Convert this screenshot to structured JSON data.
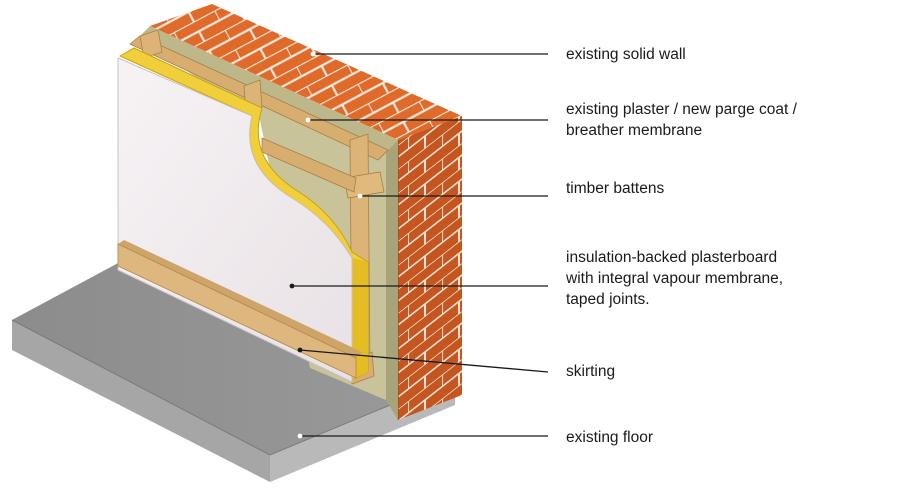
{
  "diagram": {
    "labels": [
      {
        "id": "existing-solid-wall",
        "lines": [
          "existing solid wall"
        ]
      },
      {
        "id": "plaster-membrane",
        "lines": [
          "existing plaster / new parge coat /",
          "breather membrane"
        ]
      },
      {
        "id": "timber-battens",
        "lines": [
          "timber battens"
        ]
      },
      {
        "id": "insulation-plasterboard",
        "lines": [
          "insulation-backed plasterboard",
          "with integral vapour membrane,",
          "taped joints."
        ]
      },
      {
        "id": "skirting",
        "lines": [
          "skirting"
        ]
      },
      {
        "id": "existing-floor",
        "lines": [
          "existing floor"
        ]
      }
    ]
  },
  "colors": {
    "brick": "#e06a2a",
    "brick_dark": "#b84e1f",
    "mortar": "#f1e6da",
    "membrane": "#c7c196",
    "timber": "#d9b074",
    "insulation": "#f1cf3a",
    "plasterboard": "#f2edf0",
    "floor_top": "#8f8f8f",
    "floor_front": "#a4a4a4",
    "floor_side": "#b4b4b4",
    "leader": "#1a1a1a"
  }
}
